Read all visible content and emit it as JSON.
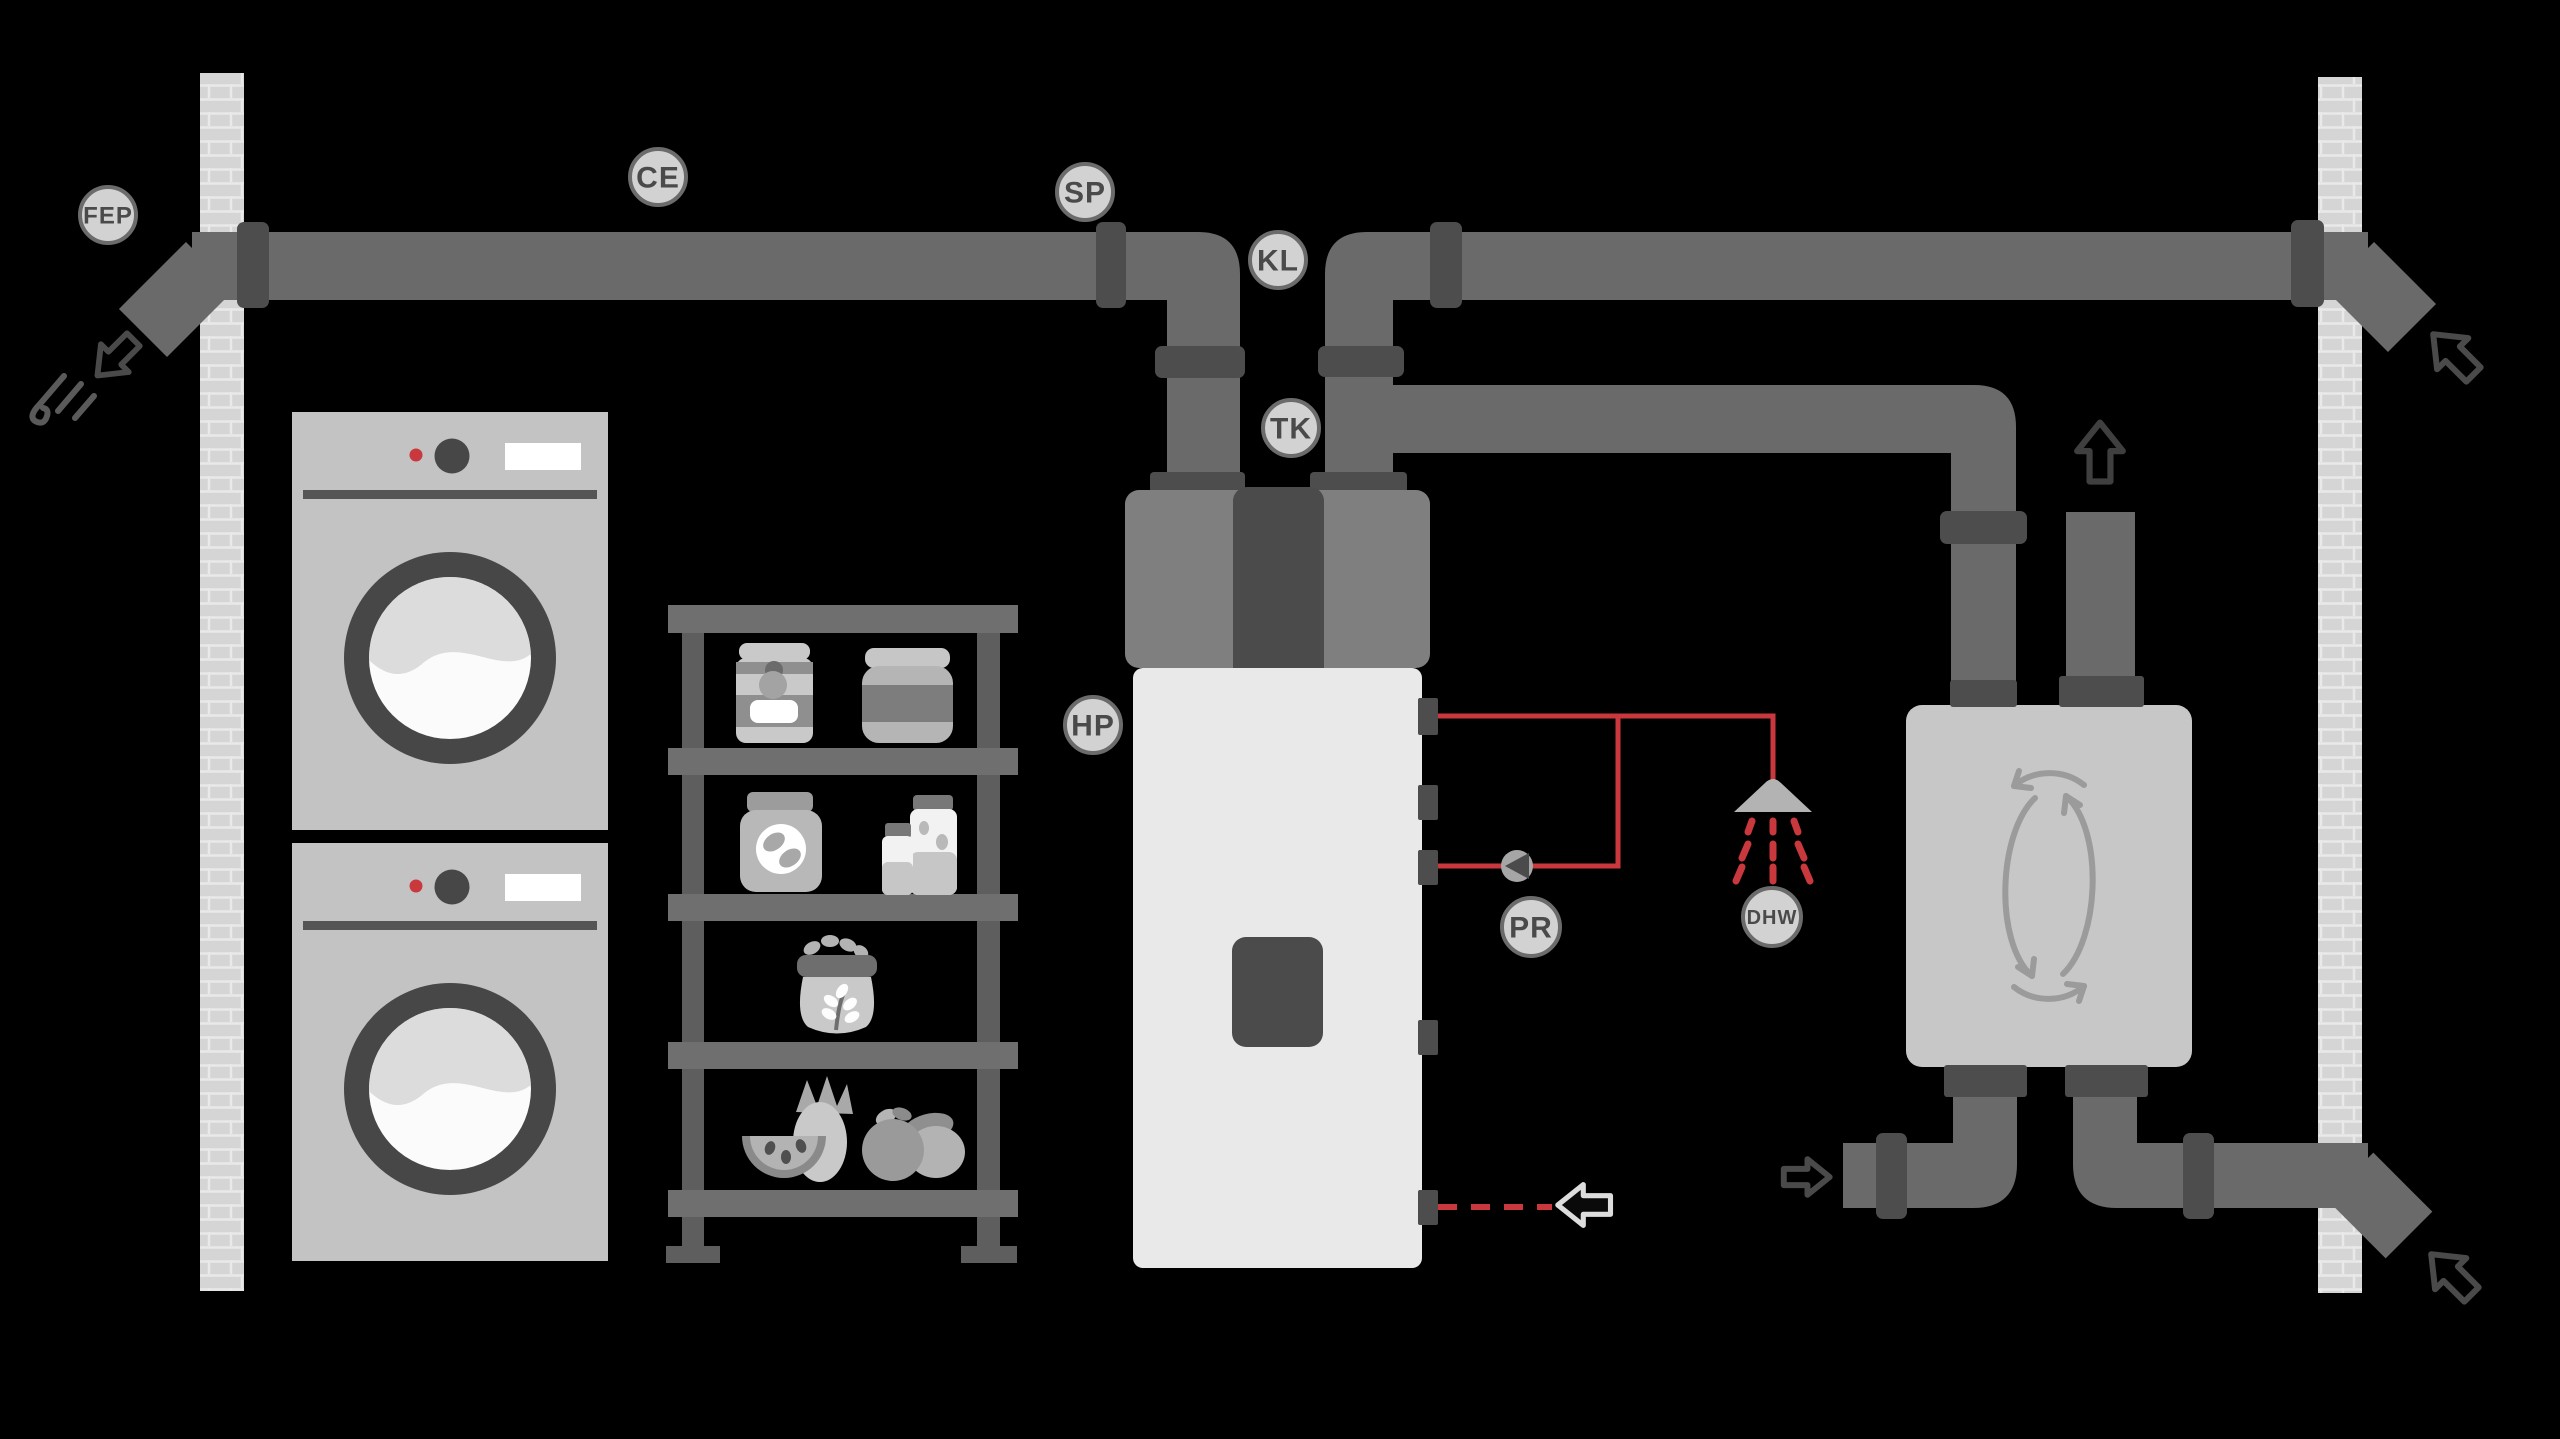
{
  "scene": {
    "background_color": "#000000",
    "description_labels_visible": [
      "FEP",
      "CE",
      "SP",
      "KL",
      "TK",
      "HP",
      "PR",
      "DHW"
    ]
  },
  "labels": {
    "fep": "FEP",
    "ce": "CE",
    "sp": "SP",
    "kl": "KL",
    "tk": "TK",
    "hp": "HP",
    "pr": "PR",
    "dhw": "DHW"
  },
  "colors": {
    "background": "#000000",
    "duct": "#6a6a6a",
    "duct_fitting": "#4d4d4d",
    "wall_brick": "#d5d5d5",
    "wall_mortar": "#e9e9e9",
    "heat_pump_top": "#7f7f7f",
    "heat_pump_dark": "#4b4b4b",
    "tank_body": "#e9e9e9",
    "hrv_body": "#c7c7c7",
    "hrv_arrows": "#9b9b9b",
    "appliance_body": "#c3c3c3",
    "appliance_dark": "#474747",
    "shelf": "#6f6f6f",
    "accent_red": "#c9383d",
    "label_fill": "#d2d2d2",
    "label_stroke": "#6b6b6b",
    "label_text": "#4a4a4a"
  },
  "icons": {
    "wind-icon": "curled breeze strokes at exhaust outlet",
    "airflow-arrow-icon": "outline block arrow",
    "shower-icon": "shower head with red spray",
    "pump-icon": "circle with left-pointing triangle",
    "recirculation-icon": "two curved arrows loop inside HRV"
  },
  "airflow_arrows": [
    {
      "name": "top-left-exterior-outflow",
      "direction": "down-left"
    },
    {
      "name": "top-right-exterior-flow",
      "direction": "up-left"
    },
    {
      "name": "bottom-right-exterior-flow",
      "direction": "up-left"
    },
    {
      "name": "vent-stack-flow",
      "direction": "up"
    },
    {
      "name": "hrv-room-intake-flow",
      "direction": "right"
    },
    {
      "name": "condensate-drain-flow",
      "direction": "left"
    }
  ],
  "components": [
    "brick-wall-left",
    "brick-wall-right",
    "washer-dryer-stack",
    "pantry-shelf",
    "heat-pump-water-heater",
    "recirculation-pump",
    "shower-outlet",
    "heat-recovery-ventilator",
    "vent-stack",
    "duct-network",
    "condensate-drain"
  ]
}
